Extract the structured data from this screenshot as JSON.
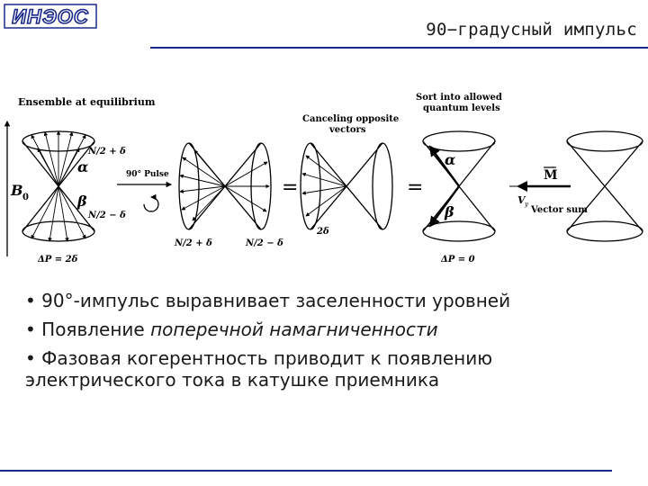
{
  "header": {
    "logo_text": "ИНЭОС",
    "title": "90−градусный импульс"
  },
  "diagram": {
    "labels": {
      "ensemble": "Ensemble at equilibrium",
      "canceling_line1": "Canceling opposite",
      "canceling_line2": "vectors",
      "sort_line1": "Sort into allowed",
      "sort_line2": "quantum levels",
      "b0": "B",
      "b0_sub": "0",
      "n_plus_1": "N/2 + δ",
      "n_minus_1": "N/2 − δ",
      "alpha_1": "α",
      "beta_1": "β",
      "pulse": "90° Pulse",
      "delta_p_1": "ΔP = 2δ",
      "n_plus_2": "N/2 + δ",
      "n_minus_2": "N/2 − δ",
      "equals_1": "=",
      "two_delta": "2δ",
      "equals_2": "=",
      "alpha_2": "α",
      "beta_2": "β",
      "delta_p_2": "ΔP = 0",
      "m_label": "M",
      "vy_label": "V",
      "vy_sub": "y",
      "vector_sum": "Vector sum"
    }
  },
  "bullets": [
    {
      "text": "• 90°-импульс выравнивает заселенности уровней"
    },
    {
      "prefix": "• Появление ",
      "italic": "поперечной намагниченности"
    },
    {
      "text": "• Фазовая когерентность приводит к появлению электрического тока в катушке приемника"
    }
  ]
}
